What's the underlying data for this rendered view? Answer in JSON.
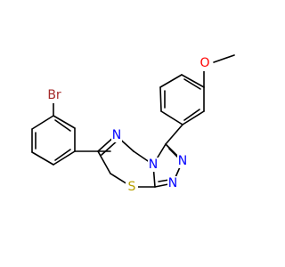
{
  "molecule": {
    "atoms": {
      "bromine": {
        "symbol": "Br",
        "color": "#a52a2a"
      },
      "methoxy_oxygen": {
        "symbol": "O",
        "color": "#ff0000"
      },
      "nitrogen_azine": {
        "symbol": "N",
        "color": "#0000ff"
      },
      "nitrogen_bridge": {
        "symbol": "N",
        "color": "#0000ff"
      },
      "nitrogen_triazole_upper": {
        "symbol": "N",
        "color": "#0000ff"
      },
      "nitrogen_triazole_lower": {
        "symbol": "N",
        "color": "#0000ff"
      },
      "sulfur": {
        "symbol": "S",
        "color": "#b8a000"
      }
    }
  }
}
